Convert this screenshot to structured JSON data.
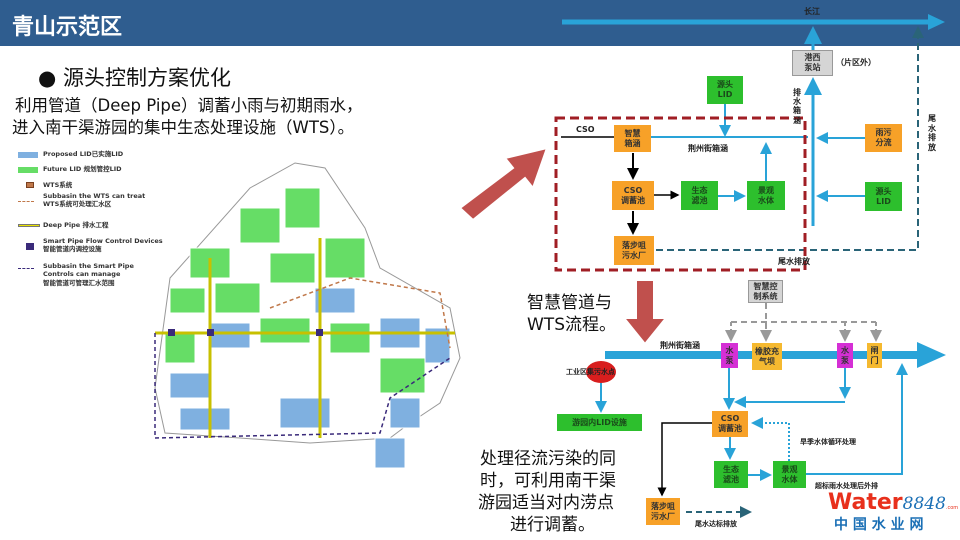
{
  "header": {
    "title": "青山示范区"
  },
  "bullet": {
    "heading": "源头控制方案优化",
    "line1": "利用管道（Deep Pipe）调蓄小雨与初期雨水，",
    "line2": "进入南干渠游园的集中生态处理设施（WTS）。"
  },
  "legend": [
    {
      "text": "Proposed LID已实施LID",
      "color": "#7fb0e0"
    },
    {
      "text": "Future LID 规划管控LID",
      "color": "#66dd66"
    },
    {
      "text": "WTS系统",
      "color": "#c0784a"
    },
    {
      "text": "Subbasin the WTS can treat\nWTS系统可处理汇水区",
      "color": "#c0784a"
    },
    {
      "text": "Deep Pipe 排水工程",
      "color": "#c8c000"
    },
    {
      "text": "Smart Pipe Flow Control Devices\n智能管道内调控设施",
      "color": "#3a2a7a"
    },
    {
      "text": "Subbasin the Smart Pipe\nControls can manage\n智能管道可管理汇水范围",
      "color": "#3a2a7a"
    }
  ],
  "captions": {
    "flow1": "智慧管道与",
    "flow2": "WTS流程。",
    "b1": "处理径流污染的同",
    "b2": "时，可利用南干渠",
    "b3": "游园适当对内涝点",
    "b4": "进行调蓄。"
  },
  "top_diagram": {
    "river": "长江",
    "pump": "港西\n泵站",
    "outside": "（片区外）",
    "culvert": "排\n水\n箱\n涵",
    "lid_top": "源头\nLID",
    "cso": "CSO",
    "smart_culvert": "智慧\n箱涵",
    "jingzhou": "荆州街箱涵",
    "separation": "雨污\n分流",
    "cso_pool": "CSO\n调蓄池",
    "filter": "生态\n滤池",
    "landscape": "景观\n水体",
    "lid_right": "源头\nLID",
    "plant": "落步咀\n污水厂",
    "tail_v": "尾\n水\n排\n放",
    "tail_h": "尾水排放"
  },
  "bottom_diagram": {
    "control": "智慧控\n制系统",
    "jingzhou": "荆州街箱涵",
    "pump1": "水\n泵",
    "dam": "橡胶充\n气坝",
    "pump2": "水\n泵",
    "gate": "闸\n门",
    "industrial": "工业区集污水点",
    "park_lid": "游园内LID设施",
    "cso_pool": "CSO\n调蓄池",
    "dry": "旱季水体循环处理",
    "filter": "生态\n滤池",
    "landscape": "景观\n水体",
    "excess": "超标雨水处理后外排",
    "plant": "落步咀\n污水厂",
    "tail": "尾水达标排放"
  },
  "watermark": {
    "brand": "Water",
    "num": "8848",
    "dom": ".com",
    "cn": "中 国 水 业 网"
  }
}
